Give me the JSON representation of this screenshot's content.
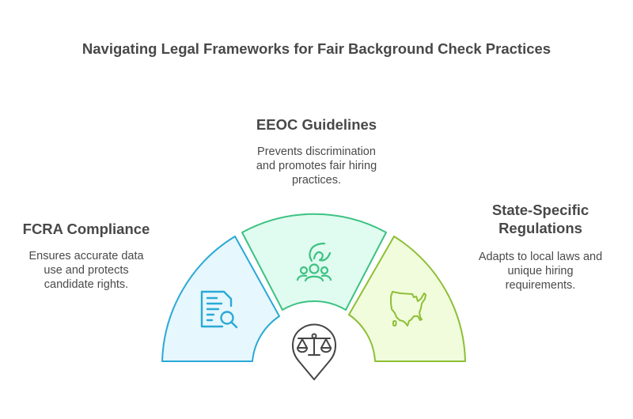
{
  "title": "Navigating Legal Frameworks for Fair Background Check Practices",
  "segments": [
    {
      "id": "fcra",
      "heading": "FCRA Compliance",
      "description_lines": [
        "Ensures accurate data",
        "use and protects",
        "candidate rights."
      ],
      "icon": "document-search-icon",
      "fill": "#e6f7fd",
      "stroke": "#2aa9d6"
    },
    {
      "id": "eeoc",
      "heading": "EEOC Guidelines",
      "description_lines": [
        "Prevents discrimination",
        "and promotes fair hiring",
        "practices."
      ],
      "icon": "group-with-hand-icon",
      "fill": "#e0fbef",
      "stroke": "#3cc283"
    },
    {
      "id": "state",
      "heading_lines": [
        "State-Specific",
        "Regulations"
      ],
      "description_lines": [
        "Adapts to local laws and",
        "unique hiring",
        "requirements."
      ],
      "icon": "usa-map-icon",
      "fill": "#f1fcdc",
      "stroke": "#8dbf36"
    }
  ],
  "center_icon": {
    "icon": "scales-of-justice-pin-icon",
    "stroke": "#454545"
  }
}
